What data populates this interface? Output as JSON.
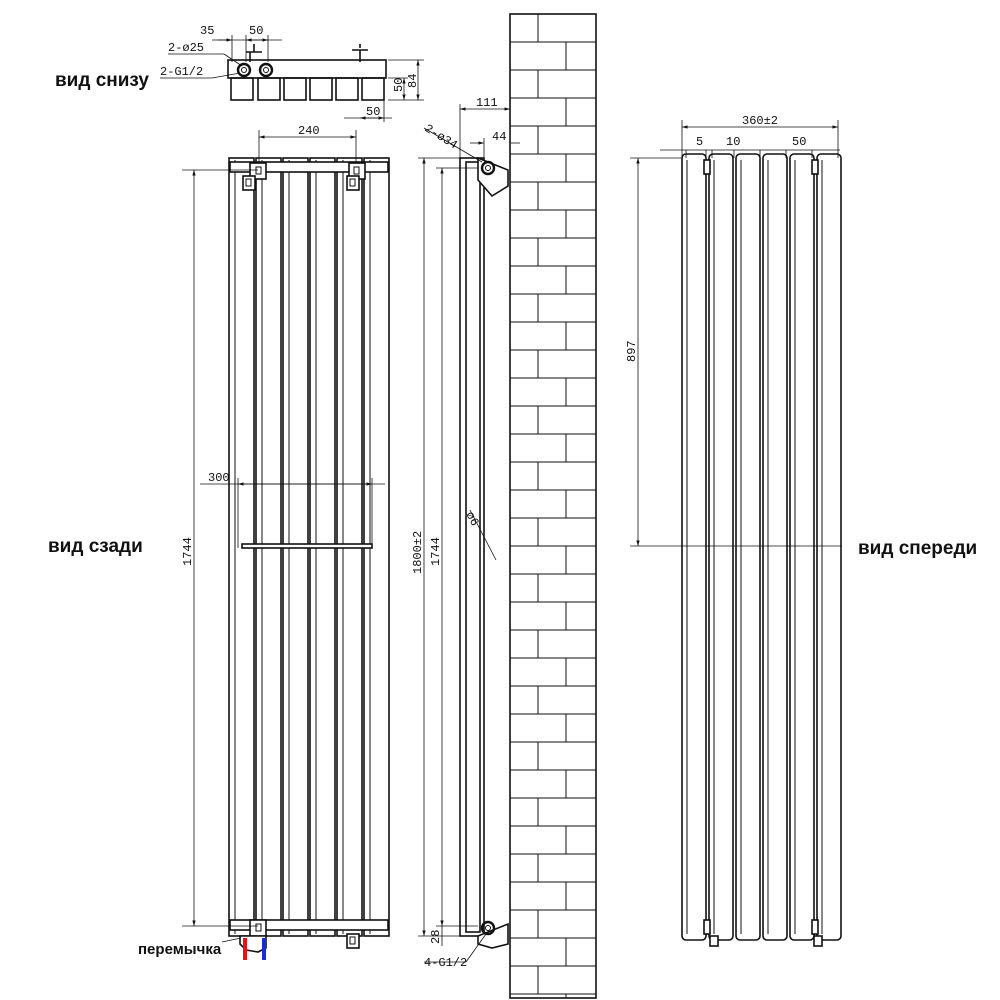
{
  "views": {
    "bottom": "вид снизу",
    "back": "вид сзади",
    "front": "вид спереди"
  },
  "labels": {
    "jumper": "перемычка"
  },
  "dimensions": {
    "top_35": "35",
    "top_50": "50",
    "pipe_d25": "2-ø25",
    "pipe_g12": "2-G1/2",
    "depth_84": "84",
    "depth_50": "50",
    "bottom_50": "50",
    "width_240": "240",
    "offset_111": "111",
    "conn_d34": "2-ø34",
    "offset_44": "44",
    "width_360": "360±2",
    "gap_5": "5",
    "gap_10": "10",
    "col_50": "50",
    "h_1744_back": "1744",
    "width_300": "300",
    "h_1800": "1800±2",
    "h_1744_side": "1744",
    "d_6": "ø6",
    "h_28": "28",
    "conn_g12x4": "4-G1/2",
    "h_897": "897"
  },
  "colors": {
    "line": "#111111",
    "hot_pipe": "#e8101b",
    "cold_pipe": "#1c2bd8"
  }
}
